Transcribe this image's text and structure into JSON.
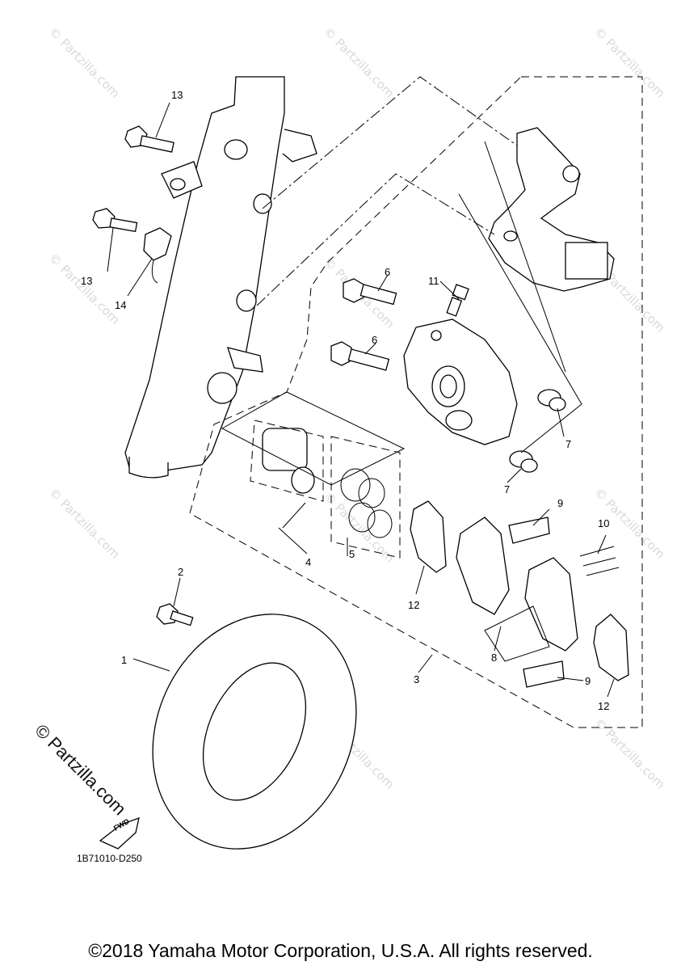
{
  "diagram_code": "1B71010-D250",
  "copyright": "©2018 Yamaha Motor Corporation, U.S.A. All rights reserved.",
  "watermark": "© Partzilla.com",
  "watermark_small": "© Partzilla.com",
  "fwd_label": "FWD",
  "callouts": {
    "c1": "1",
    "c2": "2",
    "c3": "3",
    "c4": "4",
    "c5": "5",
    "c6a": "6",
    "c6b": "6",
    "c7a": "7",
    "c7b": "7",
    "c8": "8",
    "c9a": "9",
    "c9b": "9",
    "c10": "10",
    "c11": "11",
    "c12a": "12",
    "c12b": "12",
    "c13a": "13",
    "c13b": "13",
    "c14": "14"
  }
}
